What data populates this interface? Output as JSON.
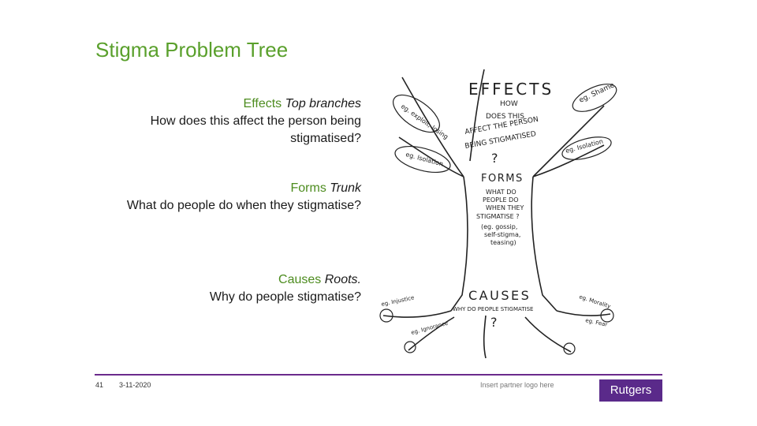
{
  "slide": {
    "title": "Stigma Problem Tree"
  },
  "effects": {
    "keyword": "Effects",
    "label": "Top branches",
    "question": "How does this affect the person being stigmatised?"
  },
  "forms": {
    "keyword": "Forms",
    "label": "Trunk",
    "question": "What do people do when they stigmatise?"
  },
  "causes": {
    "keyword": "Causes",
    "label": "Roots.",
    "question": "Why do people stigmatise?"
  },
  "tree": {
    "effects_heading": "EFFECTS",
    "effects_sub1": "HOW",
    "effects_sub2": "DOES THIS",
    "effects_sub3": "AFFECT THE PERSON",
    "effects_sub4": "BEING STIGMATISED",
    "qmark": "?",
    "leaf_left1": "eg. exploit, losing",
    "leaf_left2": "eg. Isolation",
    "leaf_right1": "eg. Shame",
    "leaf_right2": "eg. Isolation",
    "forms_heading": "FORMS",
    "forms_sub1": "WHAT DO",
    "forms_sub2": "PEOPLE DO",
    "forms_sub3": "WHEN THEY",
    "forms_sub4": "STIGMATISE ?",
    "forms_example1": "(eg. gossip,",
    "forms_example2": "self-stigma,",
    "forms_example3": "teasing)",
    "causes_heading": "CAUSES",
    "causes_sub1": "WHY DO PEOPLE STIGMATISE",
    "root_left1": "eg. Injustice",
    "root_left2": "eg. Ignorance",
    "root_right1": "eg. Morality",
    "root_right2": "eg. Fear"
  },
  "footer": {
    "page_number": "41",
    "date": "3-11-2020",
    "partner_logo_text": "Insert partner logo here",
    "logo_text": "Rutgers"
  },
  "colors": {
    "title": "#5aa02c",
    "keyword": "#4d8c1f",
    "rule": "#6b2a8c",
    "logo_bg": "#5a2a8a"
  }
}
